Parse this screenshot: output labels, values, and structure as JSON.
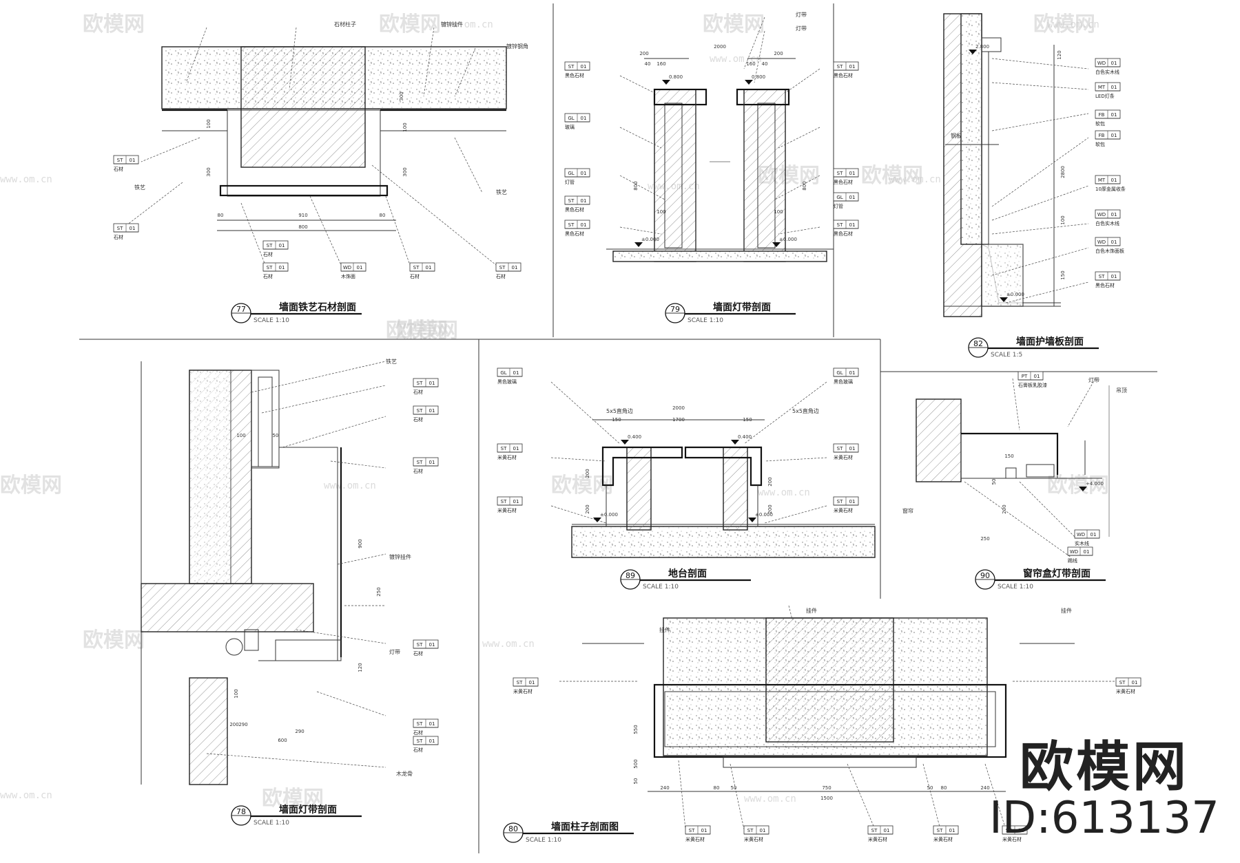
{
  "panels": [
    {
      "id": "p77",
      "number": "77",
      "title": "墙面铁艺石材剖面",
      "scale": "SCALE 1:10"
    },
    {
      "id": "p79",
      "number": "79",
      "title": "墙面灯带剖面",
      "scale": "SCALE 1:10"
    },
    {
      "id": "p82",
      "number": "82",
      "title": "墙面护墙板剖面",
      "scale": "SCALE 1:5"
    },
    {
      "id": "p78",
      "number": "78",
      "title": "墙面灯带剖面",
      "scale": "SCALE 1:10"
    },
    {
      "id": "p89",
      "number": "89",
      "title": "地台剖面",
      "scale": "SCALE 1:10"
    },
    {
      "id": "p90",
      "number": "90",
      "title": "窗帘盒灯带剖面",
      "scale": "SCALE 1:10"
    },
    {
      "id": "p80",
      "number": "80",
      "title": "墙面柱子剖面图",
      "scale": "SCALE 1:10"
    }
  ],
  "tags": {
    "p77": [
      {
        "code": "ST",
        "num": "01",
        "label": "石材"
      },
      {
        "code": "ST",
        "num": "01",
        "label": "石材"
      },
      {
        "code": "ST",
        "num": "01",
        "label": "石材"
      },
      {
        "code": "ST",
        "num": "01",
        "label": "石材"
      },
      {
        "code": "WD",
        "num": "01",
        "label": "木饰面"
      },
      {
        "code": "ST",
        "num": "01",
        "label": "石材"
      },
      {
        "code": "ST",
        "num": "01",
        "label": "石材"
      }
    ],
    "p79": [
      {
        "code": "ST",
        "num": "01",
        "label": "黑色石材"
      },
      {
        "code": "GL",
        "num": "01",
        "label": "玻璃"
      },
      {
        "code": "ST",
        "num": "01",
        "label": "黑色石材"
      },
      {
        "code": "GL",
        "num": "01",
        "label": "灯管"
      },
      {
        "code": "ST",
        "num": "01",
        "label": "黑色石材"
      },
      {
        "code": "ST",
        "num": "01",
        "label": "黑色石材"
      },
      {
        "code": "ST",
        "num": "01",
        "label": "黑色石材"
      },
      {
        "code": "GL",
        "num": "01",
        "label": "灯管"
      },
      {
        "code": "ST",
        "num": "01",
        "label": "黑色石材"
      }
    ],
    "p82": [
      {
        "code": "WD",
        "num": "01",
        "label": "白色实木线"
      },
      {
        "code": "MT",
        "num": "01",
        "label": "LED灯条"
      },
      {
        "code": "FB",
        "num": "01",
        "label": "软包"
      },
      {
        "code": "FB",
        "num": "01",
        "label": "软包"
      },
      {
        "code": "MT",
        "num": "01",
        "label": "10厚金属收条"
      },
      {
        "code": "WD",
        "num": "01",
        "label": "白色实木线"
      },
      {
        "code": "WD",
        "num": "01",
        "label": "白色木饰面板"
      },
      {
        "code": "ST",
        "num": "01",
        "label": "黑色石材"
      }
    ],
    "p78": [
      {
        "code": "ST",
        "num": "01",
        "label": "石材"
      },
      {
        "code": "ST",
        "num": "01",
        "label": "石材"
      },
      {
        "code": "ST",
        "num": "01",
        "label": "石材"
      },
      {
        "code": "ST",
        "num": "01",
        "label": "石材"
      },
      {
        "code": "ST",
        "num": "01",
        "label": "石材"
      },
      {
        "code": "ST",
        "num": "01",
        "label": "石材"
      }
    ],
    "p89": [
      {
        "code": "GL",
        "num": "01",
        "label": "黑色玻璃"
      },
      {
        "code": "GL",
        "num": "01",
        "label": "黑色玻璃"
      },
      {
        "code": "ST",
        "num": "01",
        "label": "米黄石材"
      },
      {
        "code": "ST",
        "num": "01",
        "label": "米黄石材"
      },
      {
        "code": "ST",
        "num": "01",
        "label": "米黄石材"
      },
      {
        "code": "ST",
        "num": "01",
        "label": "米黄石材"
      }
    ],
    "p90": [
      {
        "code": "PT",
        "num": "01",
        "label": "石膏板乳胶漆"
      },
      {
        "code": "WD",
        "num": "01",
        "label": "实木线"
      },
      {
        "code": "WD",
        "num": "01",
        "label": "踢线"
      }
    ],
    "p80": [
      {
        "code": "ST",
        "num": "01",
        "label": "米黄石材"
      },
      {
        "code": "ST",
        "num": "01",
        "label": "米黄石材"
      },
      {
        "code": "ST",
        "num": "01",
        "label": "米黄石材"
      },
      {
        "code": "ST",
        "num": "01",
        "label": "米黄石材"
      },
      {
        "code": "ST",
        "num": "01",
        "label": "米黄石材"
      },
      {
        "code": "ST",
        "num": "01",
        "label": "米黄石材"
      },
      {
        "code": "ST",
        "num": "01",
        "label": "米黄石材"
      }
    ]
  },
  "notes": {
    "p77": [
      "石材柱子",
      "镀锌挂件",
      "镀锌钢角",
      "铁艺",
      "铁艺"
    ],
    "p79": [
      "灯带",
      "灯带"
    ],
    "p82": [
      "钢板"
    ],
    "p78": [
      "铁艺",
      "镀锌挂件",
      "灯带",
      "木龙骨"
    ],
    "p89": [
      "5x5直角边",
      "5x5直角边"
    ],
    "p90": [
      "灯带",
      "吊顶",
      "窗帘"
    ],
    "p80": [
      "挂件",
      "挂件",
      "挂件"
    ]
  },
  "dims": {
    "p77": [
      "80",
      "910",
      "80",
      "800",
      "100",
      "300",
      "300",
      "100",
      "300"
    ],
    "p79": [
      "200",
      "2000",
      "200",
      "40",
      "160",
      "160",
      "40",
      "800",
      "100",
      "100",
      "800"
    ],
    "p82": [
      "120",
      "2800",
      "100",
      "150"
    ],
    "p78": [
      "100",
      "50",
      "900",
      "250",
      "120",
      "290",
      "200",
      "290",
      "600",
      "100"
    ],
    "p89": [
      "2000",
      "150",
      "1700",
      "150",
      "200",
      "200",
      "200",
      "200"
    ],
    "p80": [
      "240",
      "80",
      "50",
      "750",
      "50",
      "80",
      "240",
      "1500",
      "550",
      "500",
      "50"
    ],
    "p90": [
      "150",
      "200",
      "50",
      "250"
    ]
  },
  "elevations": {
    "p79": [
      "0.800",
      "0.800",
      "±0.000",
      "±0.000"
    ],
    "p82": [
      "2.800",
      "±0.000"
    ],
    "p89": [
      "0.400",
      "0.400",
      "±0.000",
      "±0.000"
    ],
    "p90": [
      "+4.000"
    ]
  },
  "watermark": {
    "name": "欧模网",
    "url": "www.om.cn"
  },
  "brand": {
    "name": "欧模网",
    "id": "ID:613137"
  }
}
